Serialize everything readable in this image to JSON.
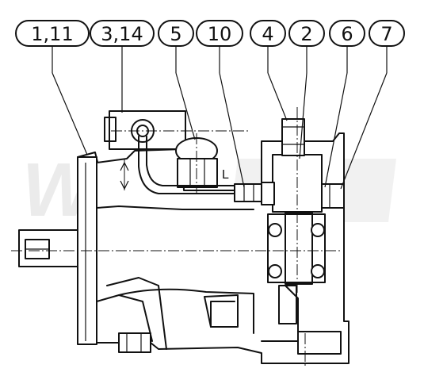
{
  "diagram": {
    "watermark": "W",
    "callouts": [
      {
        "id": "c1",
        "label": "1,11"
      },
      {
        "id": "c2",
        "label": "3,14"
      },
      {
        "id": "c3",
        "label": "5"
      },
      {
        "id": "c4",
        "label": "10"
      },
      {
        "id": "c5",
        "label": "4"
      },
      {
        "id": "c6",
        "label": "2"
      },
      {
        "id": "c7",
        "label": "6"
      },
      {
        "id": "c8",
        "label": "7"
      }
    ]
  }
}
